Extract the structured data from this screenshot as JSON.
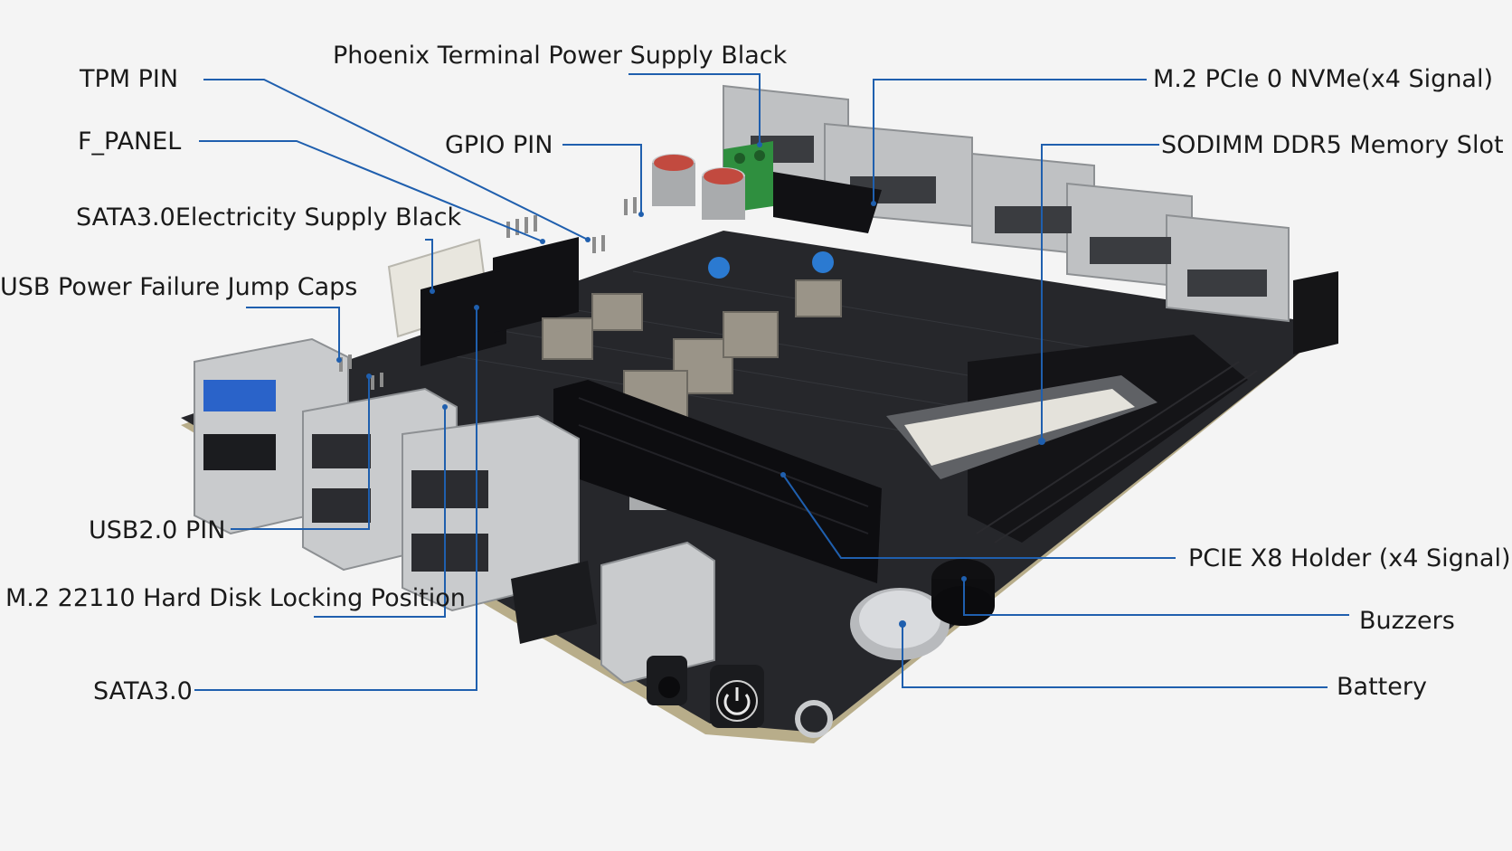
{
  "labels": {
    "tpm_pin": "TPM PIN",
    "f_panel": "F_PANEL",
    "sata_power": "SATA3.0Electricity Supply Black",
    "usb_power_jump": "USB Power Failure Jump Caps",
    "usb2_pin": "USB2.0 PIN",
    "m2_lock": "M.2 22110 Hard Disk Locking Position",
    "sata3": "SATA3.0",
    "phoenix_power": "Phoenix Terminal Power Supply Black",
    "gpio_pin": "GPIO PIN",
    "m2_pcie": "M.2 PCIe 0 NVMe(x4 Signal)",
    "sodimm": "SODIMM DDR5 Memory Slot",
    "pcie_x8": "PCIE X8 Holder (x4 Signal)",
    "buzzers": "Buzzers",
    "battery": "Battery"
  },
  "colors": {
    "leader_line": "#1f5fae",
    "pcb": "#26272b",
    "pcb_edge": "#b8ad8a",
    "metal": "#c9cbcd",
    "background": "#f4f4f4",
    "usb3_blue": "#2a63c9",
    "terminal_green": "#2f8f3f"
  },
  "icons": {
    "power_button": "power-icon"
  }
}
